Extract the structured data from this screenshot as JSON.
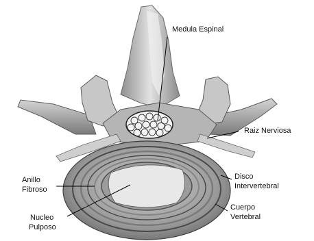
{
  "labels": {
    "medula_espinal": "Medula Espinal",
    "raiz_nerviosa": "Raiz Nerviosa",
    "disco_line1": "Disco",
    "disco_line2": "Intervertebral",
    "anillo_line1": "Anillo",
    "anillo_line2": "Fibroso",
    "cuerpo_line1": "Cuerpo",
    "cuerpo_line2": "Vertebral",
    "nucleo_line1": "Nucleo",
    "nucleo_line2": "Pulposo"
  },
  "colors": {
    "background": "#ffffff",
    "bone_light": "#d9d9d9",
    "bone_mid": "#a8a8a8",
    "bone_dark": "#5e5e5e",
    "ring_dark": "#4a4a4a",
    "nucleus": "#e6e6e6",
    "leader": "#000000"
  }
}
